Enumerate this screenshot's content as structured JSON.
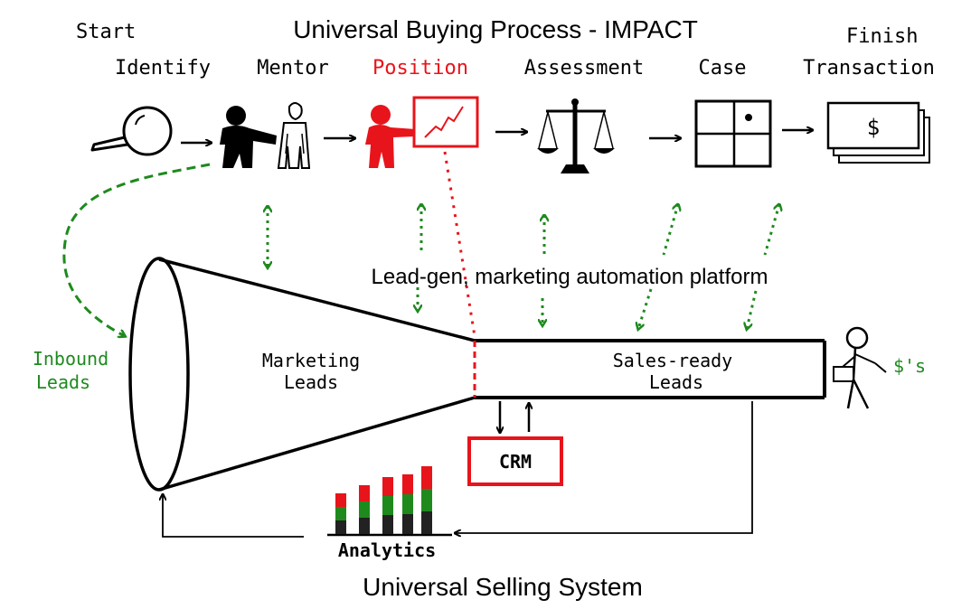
{
  "title": "Universal Buying Process - IMPACT",
  "start_label": "Start",
  "finish_label": "Finish",
  "stages": [
    {
      "label": "Identify",
      "icon": "magnifier-icon",
      "color": "#000000"
    },
    {
      "label": "Mentor",
      "icon": "mentor-people-icon",
      "color": "#000000"
    },
    {
      "label": "Position",
      "icon": "presenter-chart-icon",
      "color": "#e8141b"
    },
    {
      "label": "Assessment",
      "icon": "scales-icon",
      "color": "#000000"
    },
    {
      "label": "Case",
      "icon": "case-grid-icon",
      "color": "#000000"
    },
    {
      "label": "Transaction",
      "icon": "money-bills-icon",
      "color": "#000000"
    }
  ],
  "platform_label": "Lead-gen, marketing automation platform",
  "inbound_leads": "Inbound Leads",
  "marketing_leads": "Marketing Leads",
  "sales_ready_leads": "Sales-ready Leads",
  "crm_label": "CRM",
  "dollars_label": "$'s",
  "bill_symbol": "$",
  "analytics_label": "Analytics",
  "footer": "Universal Selling System",
  "colors": {
    "accent_red": "#e8141b",
    "green": "#1e8a1e",
    "black": "#000000"
  }
}
